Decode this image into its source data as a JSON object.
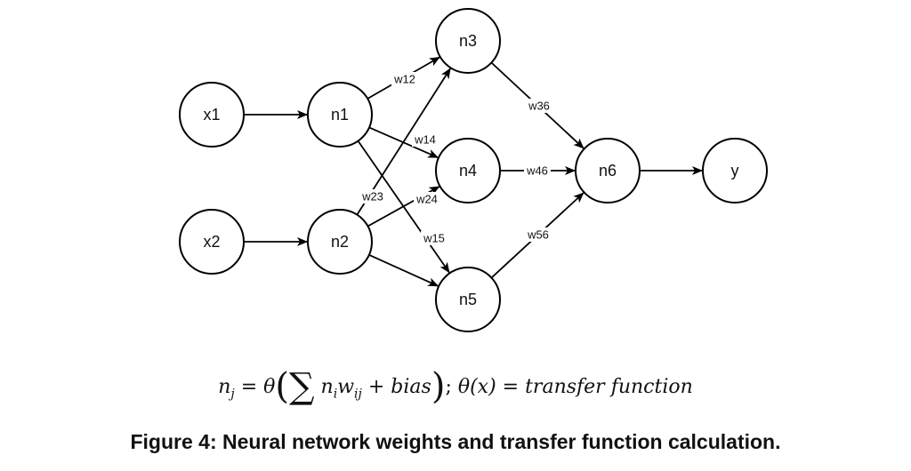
{
  "diagram": {
    "nodes": [
      {
        "id": "x1",
        "label": "x1"
      },
      {
        "id": "x2",
        "label": "x2"
      },
      {
        "id": "n1",
        "label": "n1"
      },
      {
        "id": "n2",
        "label": "n2"
      },
      {
        "id": "n3",
        "label": "n3"
      },
      {
        "id": "n4",
        "label": "n4"
      },
      {
        "id": "n5",
        "label": "n5"
      },
      {
        "id": "n6",
        "label": "n6"
      },
      {
        "id": "y",
        "label": "y"
      }
    ],
    "edges": [
      {
        "from": "x1",
        "to": "n1",
        "label": ""
      },
      {
        "from": "x2",
        "to": "n2",
        "label": ""
      },
      {
        "from": "n1",
        "to": "n3",
        "label": "w12"
      },
      {
        "from": "n1",
        "to": "n4",
        "label": "w14"
      },
      {
        "from": "n1",
        "to": "n5",
        "label": "w15"
      },
      {
        "from": "n2",
        "to": "n3",
        "label": "w23"
      },
      {
        "from": "n2",
        "to": "n4",
        "label": "w24"
      },
      {
        "from": "n2",
        "to": "n5",
        "label": ""
      },
      {
        "from": "n3",
        "to": "n6",
        "label": "w36"
      },
      {
        "from": "n4",
        "to": "n6",
        "label": "w46"
      },
      {
        "from": "n5",
        "to": "n6",
        "label": "w56"
      },
      {
        "from": "n6",
        "to": "y",
        "label": ""
      }
    ]
  },
  "formula": {
    "lhs": "n",
    "lhs_sub": "j",
    "eq": " = ",
    "theta": "θ",
    "open": "(",
    "sum": "∑",
    "n": " n",
    "n_sub": "i",
    "w": "w",
    "w_sub": "ij",
    "plus_bias": " + bias",
    "close": ")",
    "sep": ";  ",
    "theta_x": "θ(x)",
    "rhs": " = transfer function"
  },
  "caption": "Figure 4: Neural network weights and transfer function calculation."
}
